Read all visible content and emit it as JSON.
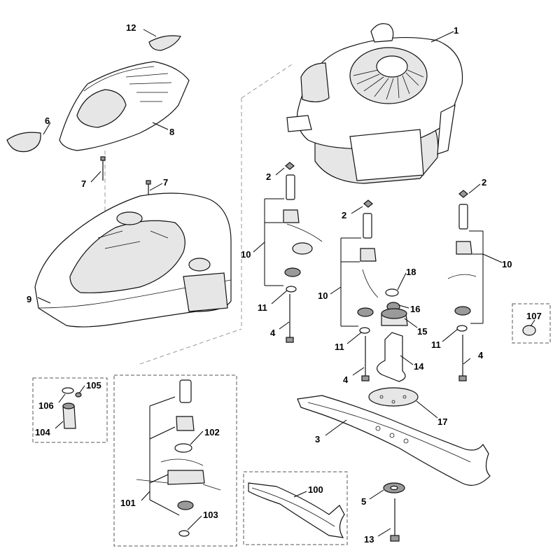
{
  "callouts": {
    "c1": "1",
    "c2a": "2",
    "c2b": "2",
    "c2c": "2",
    "c3": "3",
    "c4a": "4",
    "c4b": "4",
    "c4c": "4",
    "c5": "5",
    "c6": "6",
    "c7a": "7",
    "c7b": "7",
    "c8": "8",
    "c9": "9",
    "c10a": "10",
    "c10b": "10",
    "c10c": "10",
    "c11a": "11",
    "c11b": "11",
    "c11c": "11",
    "c12": "12",
    "c13": "13",
    "c14": "14",
    "c15": "15",
    "c16": "16",
    "c17": "17",
    "c18": "18",
    "c100": "100",
    "c101": "101",
    "c102": "102",
    "c103": "103",
    "c104": "104",
    "c105": "105",
    "c106": "106",
    "c107": "107"
  }
}
